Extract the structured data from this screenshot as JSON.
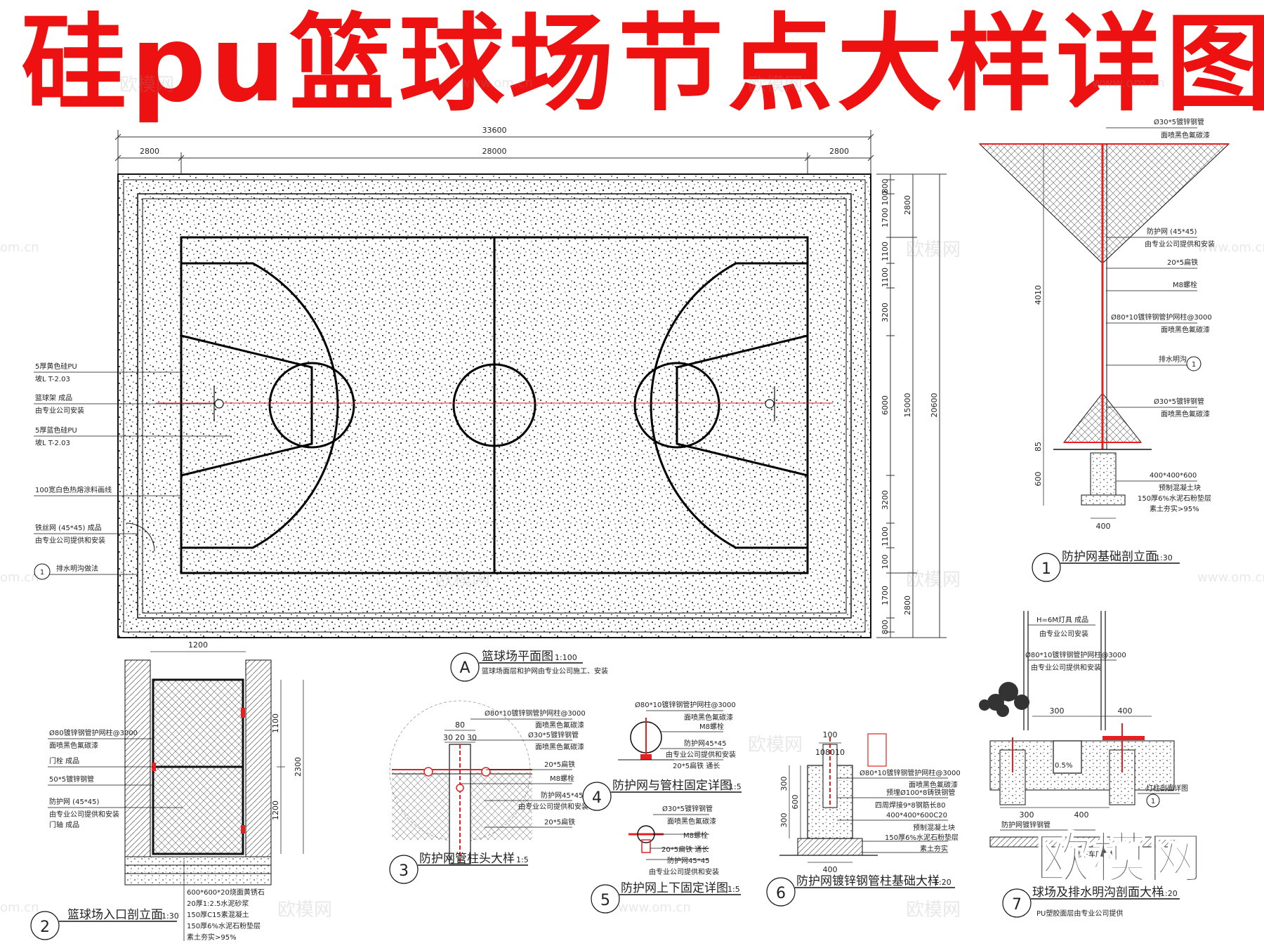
{
  "title": "硅pu篮球场节点大样详图",
  "brand": "欧模网",
  "watermarks": [
    "欧模网",
    "www.om.cn",
    "om.cn"
  ],
  "colors": {
    "title": "#ee1111",
    "accent": "#e62020",
    "line": "#111111"
  },
  "plan": {
    "dims_top": {
      "overall": "33600",
      "left": "2800",
      "center": "28000",
      "right": "2800"
    },
    "dims_right_inner": [
      "800",
      "100",
      "1700",
      "1100",
      "1100",
      "3200",
      "6000",
      "3200",
      "1100",
      "100",
      "1700",
      "800"
    ],
    "dims_right_mid": [
      "2800",
      "15000",
      "2800"
    ],
    "dims_right_outer": "20600",
    "labels": [
      {
        "l1": "5厚黄色硅PU",
        "l2": "坡L T-2.03"
      },
      {
        "l1": "篮球架 成品",
        "l2": "由专业公司安装"
      },
      {
        "l1": "5厚蓝色硅PU",
        "l2": "坡L T-2.03"
      },
      {
        "l1": "100宽白色热熔涂料画线",
        "l2": ""
      },
      {
        "l1": "铁丝网 (45*45) 成品",
        "l2": "由专业公司提供和安装"
      },
      {
        "l1": "排水明沟做法",
        "l2": ""
      }
    ],
    "detail_mark": "A",
    "caption": "篮球场平面图",
    "scale": "1:100",
    "note": "篮球场面层和护网由专业公司施工、安装"
  },
  "detail1": {
    "num": "1",
    "caption": "防护网基础剖立面",
    "scale": "1:30",
    "labels": [
      "Ø30*5镀锌钢管",
      "面喷黑色氟碳漆",
      "防护网 (45*45)",
      "由专业公司提供和安装",
      "20*5扁铁",
      "M8螺栓",
      "Ø80*10镀锌钢管护网柱@3000",
      "面喷黑色氟碳漆",
      "排水明沟",
      "Ø30*5镀锌钢管",
      "面喷黑色氟碳漆",
      "400*400*600",
      "预制混凝土块",
      "150厚6%水泥石粉垫层",
      "素土夯实>95%"
    ],
    "dims": [
      "4010",
      "85",
      "600",
      "400"
    ]
  },
  "detail2": {
    "num": "2",
    "caption": "篮球场入口剖立面",
    "scale": "1:30",
    "labels": [
      "Ø80镀锌钢管护网柱@3000",
      "面喷黑色氟碳漆",
      "门栓 成品",
      "50*5镀锌钢管",
      "防护网 (45*45)",
      "由专业公司提供和安装",
      "门轴 成品"
    ],
    "layers": [
      "600*600*20烧面黄锈石",
      "20厚1:2.5水泥砂浆",
      "150厚C15素混凝土",
      "150厚6%水泥石粉垫层",
      "素土夯实>95%"
    ],
    "dims": [
      "1200",
      "1100",
      "2300",
      "1200"
    ]
  },
  "detail3": {
    "num": "3",
    "caption": "防护网管柱头大样",
    "scale": "1:5",
    "labels": [
      "Ø80*10镀锌钢管护网柱@3000",
      "面喷黑色氟碳漆",
      "Ø30*5镀锌钢管",
      "面喷黑色氟碳漆",
      "20*5扁铁",
      "M8螺栓",
      "防护网45*45",
      "由专业公司提供和安装",
      "20*5扁铁"
    ],
    "dims": [
      "80",
      "30",
      "20",
      "30"
    ]
  },
  "detail4": {
    "num": "4",
    "caption": "防护网与管柱固定详图",
    "scale": "1:5",
    "labels": [
      "Ø80*10镀锌钢管护网柱@3000",
      "面喷黑色氟碳漆",
      "M8螺栓",
      "防护网45*45",
      "由专业公司提供和安装",
      "20*5扁铁 通长"
    ]
  },
  "detail5": {
    "num": "5",
    "caption": "防护网上下固定详图",
    "scale": "1:5",
    "labels": [
      "Ø30*5镀锌钢管",
      "面喷黑色氟碳漆",
      "M8螺栓",
      "20*5扁铁 通长",
      "防护网45*45",
      "由专业公司提供和安装"
    ]
  },
  "detail6": {
    "num": "6",
    "caption": "防护网镀锌钢管柱基础大样",
    "scale": "1:20",
    "labels": [
      "Ø80*10镀锌钢管护网柱@3000",
      "面喷黑色氟碳漆",
      "预埋Ø100*8铸铁钢管",
      "四周焊接9*8钢筋长80",
      "400*400*600C20",
      "预制混凝土块",
      "150厚6%水泥石粉垫层",
      "素土夯实"
    ],
    "dims": [
      "100",
      "10",
      "80",
      "10",
      "300",
      "600",
      "300",
      "400"
    ]
  },
  "detail7": {
    "num": "7",
    "caption": "球场及排水明沟剖面大样",
    "scale": "1:20",
    "labels": [
      "H=6M灯具 成品",
      "由专业公司安装",
      "Ø80*10镀锌钢管护网柱@3000",
      "由专业公司提供和安装",
      "灯柱剖面详图",
      "防护网镀锌钢管",
      "地下车库顶板",
      "PU塑胶面层由专业公司提供"
    ],
    "dims": [
      "300",
      "400",
      "300",
      "400",
      "0.5%"
    ]
  }
}
